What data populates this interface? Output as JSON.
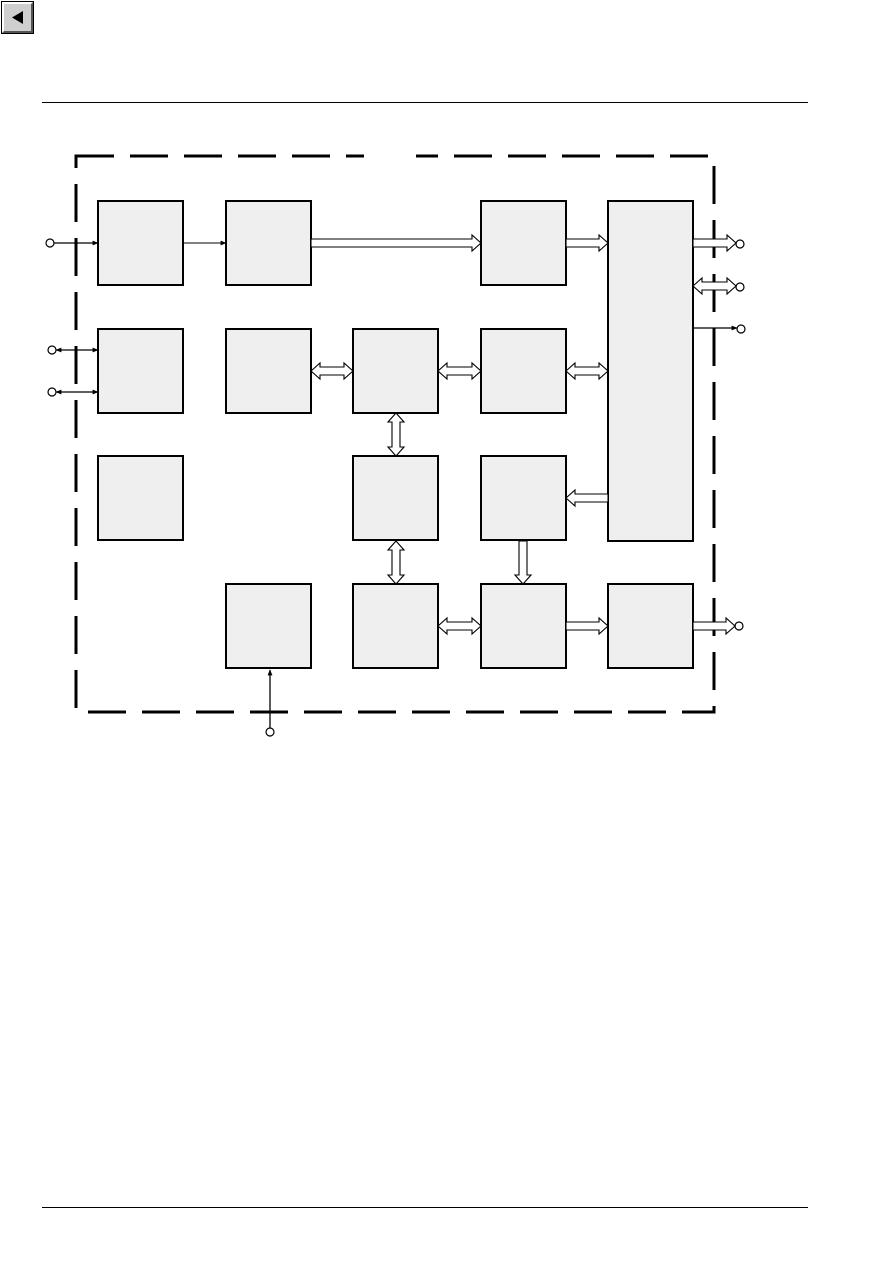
{
  "nav": {
    "back_icon": "left-triangle-icon"
  },
  "colors": {
    "block_fill": "#efefef",
    "line": "#000000",
    "background": "#ffffff",
    "button_face": "#cfcfcf"
  },
  "diagram": {
    "type": "block-diagram",
    "blocks": [
      {
        "id": "r1c1",
        "row": 1,
        "col": 1
      },
      {
        "id": "r1c2",
        "row": 1,
        "col": 2
      },
      {
        "id": "r1c4",
        "row": 1,
        "col": 4
      },
      {
        "id": "col5-tall",
        "row": "1-3",
        "col": 5
      },
      {
        "id": "r2c1",
        "row": 2,
        "col": 1
      },
      {
        "id": "r2c2",
        "row": 2,
        "col": 2
      },
      {
        "id": "r2c3",
        "row": 2,
        "col": 3
      },
      {
        "id": "r2c4",
        "row": 2,
        "col": 4
      },
      {
        "id": "r3c1",
        "row": 3,
        "col": 1
      },
      {
        "id": "r3c3",
        "row": 3,
        "col": 3
      },
      {
        "id": "r3c4",
        "row": 3,
        "col": 4
      },
      {
        "id": "r4c2",
        "row": 4,
        "col": 2
      },
      {
        "id": "r4c3",
        "row": 4,
        "col": 3
      },
      {
        "id": "r4c4",
        "row": 4,
        "col": 4
      },
      {
        "id": "r4c5",
        "row": 4,
        "col": 5
      }
    ],
    "connections": [
      {
        "from": "pin-in-1",
        "to": "r1c1",
        "kind": "signal"
      },
      {
        "from": "r1c1",
        "to": "r1c2",
        "kind": "signal"
      },
      {
        "from": "r1c2",
        "to": "r1c4",
        "kind": "bus"
      },
      {
        "from": "r1c4",
        "to": "col5-tall",
        "kind": "bus"
      },
      {
        "from": "col5-tall",
        "to": "pin-out-1",
        "kind": "bus"
      },
      {
        "from": "col5-tall",
        "to": "pin-out-2",
        "kind": "bidirectional-bus"
      },
      {
        "from": "col5-tall",
        "to": "pin-out-3",
        "kind": "signal"
      },
      {
        "from": "pin-io-1",
        "to": "r2c1",
        "kind": "bidirectional-signal"
      },
      {
        "from": "pin-io-2",
        "to": "r2c1",
        "kind": "bidirectional-signal"
      },
      {
        "from": "r2c2",
        "to": "r2c3",
        "kind": "bidirectional-bus"
      },
      {
        "from": "r2c3",
        "to": "r2c4",
        "kind": "bidirectional-bus"
      },
      {
        "from": "r2c4",
        "to": "col5-tall",
        "kind": "bidirectional-bus"
      },
      {
        "from": "r2c3",
        "to": "r3c3",
        "kind": "bidirectional-bus"
      },
      {
        "from": "col5-tall",
        "to": "r3c4",
        "kind": "bus"
      },
      {
        "from": "r3c3",
        "to": "r4c3",
        "kind": "bidirectional-bus"
      },
      {
        "from": "r3c4",
        "to": "r4c4",
        "kind": "bus"
      },
      {
        "from": "r4c3",
        "to": "r4c4",
        "kind": "bidirectional-bus"
      },
      {
        "from": "r4c4",
        "to": "r4c5",
        "kind": "bus"
      },
      {
        "from": "r4c5",
        "to": "pin-out-4",
        "kind": "bus"
      },
      {
        "from": "pin-in-2",
        "to": "r4c2",
        "kind": "signal"
      }
    ],
    "pins": [
      "pin-in-1",
      "pin-io-1",
      "pin-io-2",
      "pin-in-2",
      "pin-out-1",
      "pin-out-2",
      "pin-out-3",
      "pin-out-4"
    ]
  }
}
